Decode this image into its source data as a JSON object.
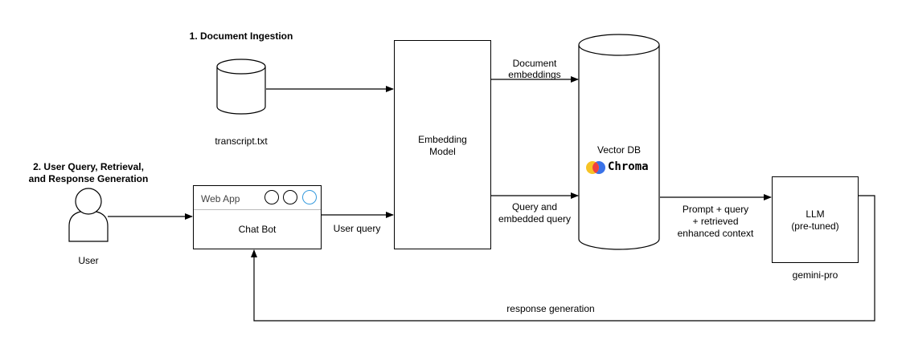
{
  "section_1_title": "1. Document Ingestion",
  "section_2_title_line1": "2. User Query, Retrieval,",
  "section_2_title_line2": "and Response Generation",
  "transcript_label": "transcript.txt",
  "user_label": "User",
  "web_app": {
    "title": "Web App",
    "body": "Chat Bot"
  },
  "user_query_label": "User query",
  "embedding_model": {
    "line1": "Embedding",
    "line2": "Model"
  },
  "document_embeddings": {
    "line1": "Document",
    "line2": "embeddings"
  },
  "query_embedded": {
    "line1": "Query and",
    "line2": "embedded query"
  },
  "vector_db": {
    "title": "Vector DB",
    "logo_text": "Chroma"
  },
  "prompt_label": {
    "line1": "Prompt + query",
    "line2": "+ retrieved",
    "line3": "enhanced context"
  },
  "llm": {
    "line1": "LLM",
    "line2": "(pre-tuned)"
  },
  "llm_caption": "gemini-pro",
  "response_label": "response generation",
  "colors": {
    "line": "#000000",
    "chroma_yellow": "#f7c325",
    "chroma_red": "#ef4040",
    "chroma_blue": "#3a72e8",
    "web_app_active_circle": "#3399dd"
  }
}
